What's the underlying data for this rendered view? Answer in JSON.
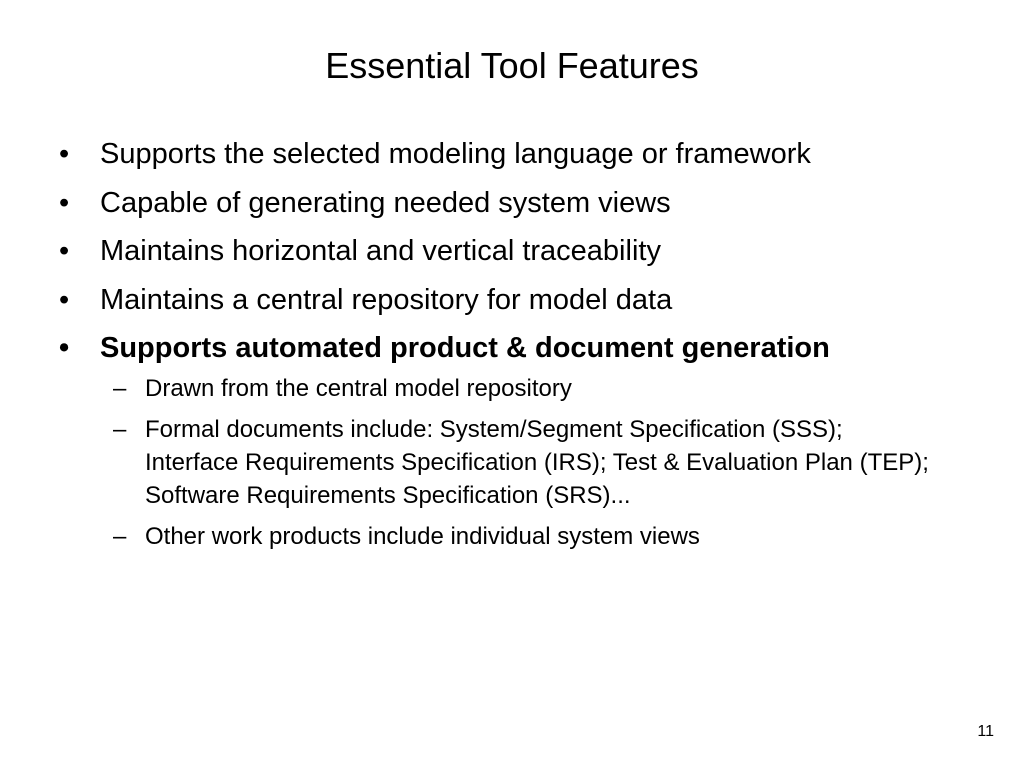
{
  "slide": {
    "title": "Essential Tool Features",
    "bullet_marker": "•",
    "sub_marker": "–",
    "bullets": [
      {
        "text": "Supports the selected modeling language or framework"
      },
      {
        "text": "Capable of generating needed system views"
      },
      {
        "text": "Maintains horizontal and vertical traceability"
      },
      {
        "text": "Maintains a central repository for model data"
      },
      {
        "text": "Supports automated product & document generation"
      }
    ],
    "sub_bullets": [
      {
        "text": "Drawn from the central model repository"
      },
      {
        "text": "Formal documents include: System/Segment Specification (SSS); Interface Requirements Specification (IRS); Test & Evaluation Plan (TEP); Software Requirements Specification (SRS)..."
      },
      {
        "text": "Other work products include individual system views"
      }
    ],
    "page_number": "11"
  }
}
